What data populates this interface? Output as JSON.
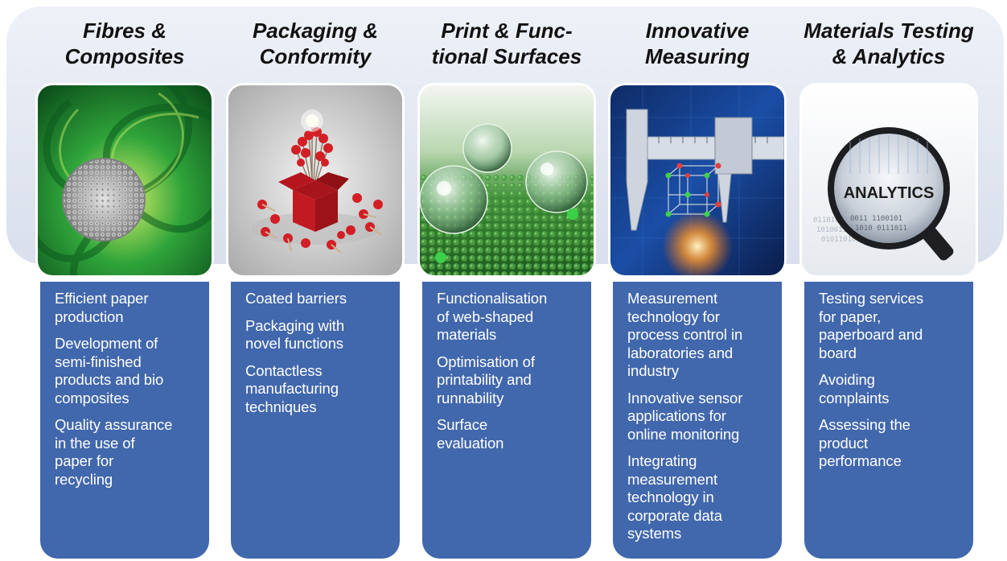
{
  "columns": [
    {
      "id": "fibres",
      "heading": [
        "Fibres &",
        "Composites"
      ],
      "image": "green-spiral-fibre-image",
      "items": [
        [
          "Efficient paper",
          "production"
        ],
        [
          "Development of",
          "semi-finished",
          "products and bio",
          "composites"
        ],
        [
          "Quality assurance",
          "in the use of",
          "paper for",
          "recycling"
        ]
      ]
    },
    {
      "id": "packaging",
      "heading": [
        "Packaging &",
        "Conformity"
      ],
      "image": "red-box-with-matches-image",
      "items": [
        [
          "Coated barriers"
        ],
        [
          "Packaging with",
          "novel functions"
        ],
        [
          "Contactless",
          "manufacturing",
          "techniques"
        ]
      ]
    },
    {
      "id": "print",
      "heading": [
        "Print & Func-",
        "tional Surfaces"
      ],
      "image": "water-droplets-on-surface-image",
      "items": [
        [
          "Functionalisation",
          "of web-shaped",
          "materials"
        ],
        [
          "Optimisation of",
          "printability and",
          "runnability"
        ],
        [
          "Surface",
          "evaluation"
        ]
      ]
    },
    {
      "id": "measuring",
      "heading": [
        "Innovative",
        "Measuring"
      ],
      "image": "caliper-with-lattice-image",
      "items": [
        [
          "Measurement",
          "technology for",
          "process control in",
          "laboratories and",
          "industry"
        ],
        [
          "Innovative sensor",
          "applications for",
          "online monitoring"
        ],
        [
          "Integrating",
          "measurement",
          "technology in",
          "corporate data",
          "systems"
        ]
      ]
    },
    {
      "id": "testing",
      "heading": [
        "Materials Testing",
        "& Analytics"
      ],
      "image": "magnifier-analytics-image",
      "image_text": "ANALYTICS",
      "items": [
        [
          "Testing services",
          "for paper,",
          "paperboard and",
          "board"
        ],
        [
          "Avoiding",
          "complaints"
        ],
        [
          "Assessing the",
          "product",
          "performance"
        ]
      ]
    }
  ],
  "colors": {
    "panel": "#4167ac",
    "banner": "#e2e7f1",
    "heading_text": "#111111",
    "panel_text": "#ffffff"
  }
}
